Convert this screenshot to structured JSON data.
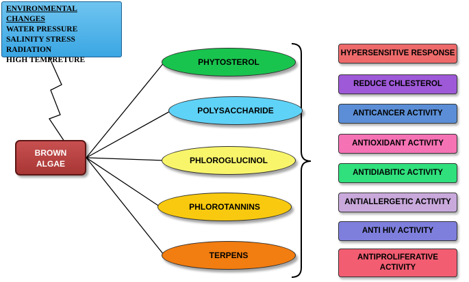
{
  "environment": {
    "title": "ENVIRONMENTAL CHANGES",
    "items": [
      "WATER PRESSURE",
      "SALINITY STRESS",
      "RADIATION",
      "HIGH TEMPRETURE"
    ]
  },
  "source": {
    "line1": "BROWN",
    "line2": "ALGAE"
  },
  "compounds": [
    {
      "label": "PHYTOSTEROL",
      "color": "#19c44e"
    },
    {
      "label": "POLYSACCHARIDE",
      "color": "#5fd2f7"
    },
    {
      "label": "PHLOROGLUCINOL",
      "color": "#f8f56b"
    },
    {
      "label": "PHLOROTANNINS",
      "color": "#f8c90f"
    },
    {
      "label": "TERPENS",
      "color": "#f27d10"
    }
  ],
  "activities": [
    {
      "label": "HYPERSENSITIVE RESPONSE",
      "color": "#ee6a6a"
    },
    {
      "label": "REDUCE CHLESTEROL",
      "color": "#9e59d8"
    },
    {
      "label": "ANTICANCER ACTIVITY",
      "color": "#5b8ed6"
    },
    {
      "label": "ANTIOXIDANT ACTIVITY",
      "color": "#f572b4"
    },
    {
      "label": "ANTIDIABITIC ACTIVITY",
      "color": "#2fe07c"
    },
    {
      "label": "ANTIALLERGETIC ACTIVITY",
      "color": "#c9a9dc"
    },
    {
      "label": "ANTI HIV ACTIVITY",
      "color": "#7e7fdc"
    },
    {
      "label": "ANTIPROLIFERATIVE ACTIVITY",
      "color": "#f25d72"
    }
  ]
}
